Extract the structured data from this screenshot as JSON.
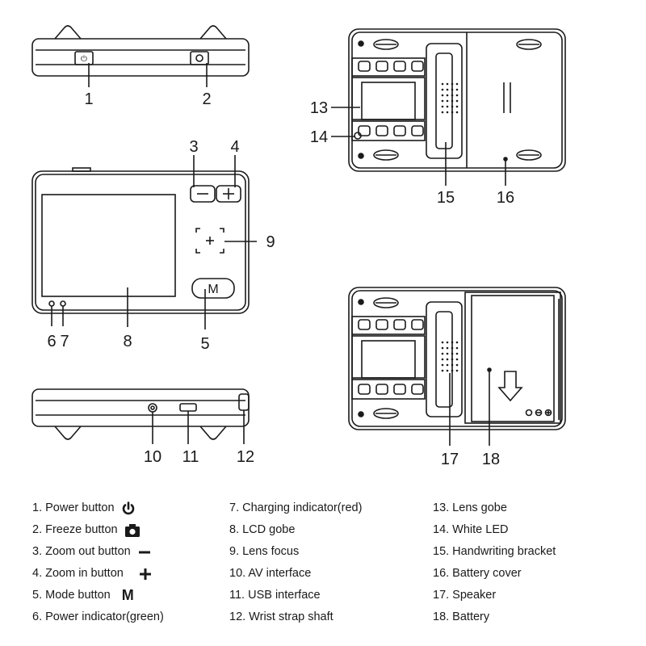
{
  "callouts": {
    "n1": "1",
    "n2": "2",
    "n3": "3",
    "n4": "4",
    "n5": "5",
    "n6": "6",
    "n7": "7",
    "n8": "8",
    "n9": "9",
    "n10": "10",
    "n11": "11",
    "n12": "12",
    "n13": "13",
    "n14": "14",
    "n15": "15",
    "n16": "16",
    "n17": "17",
    "n18": "18"
  },
  "device": {
    "mode_key": "M"
  },
  "legend": {
    "items": [
      {
        "text": "1. Power button",
        "icon": "power-icon"
      },
      {
        "text": "2. Freeze button",
        "icon": "camera-icon"
      },
      {
        "text": "3. Zoom out button",
        "icon": "minus-icon"
      },
      {
        "text": "4. Zoom in button",
        "icon": "plus-icon"
      },
      {
        "text": "5. Mode button",
        "icon": "m-glyph",
        "glyph": "M"
      },
      {
        "text": "6. Power indicator(green)"
      },
      {
        "text": "7. Charging indicator(red)"
      },
      {
        "text": "8. LCD gobe"
      },
      {
        "text": "9. Lens focus"
      },
      {
        "text": "10. AV interface"
      },
      {
        "text": "11. USB interface"
      },
      {
        "text": "12. Wrist strap shaft"
      },
      {
        "text": "13. Lens gobe"
      },
      {
        "text": "14. White LED"
      },
      {
        "text": "15. Handwriting bracket"
      },
      {
        "text": "16. Battery cover"
      },
      {
        "text": "17. Speaker"
      },
      {
        "text": "18. Battery"
      }
    ]
  }
}
